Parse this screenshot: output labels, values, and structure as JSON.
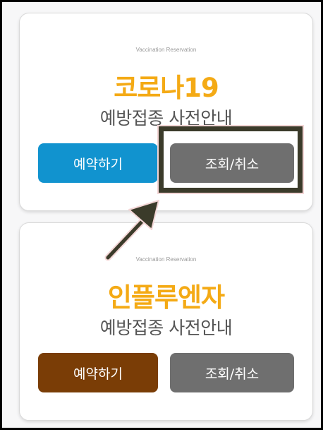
{
  "cards": [
    {
      "label": "Vaccination Reservation",
      "title": "코로나19",
      "subtitle": "예방접종 사전안내",
      "reserve_label": "예약하기",
      "check_label": "조회/취소"
    },
    {
      "label": "Vaccination Reservation",
      "title": "인플루엔자",
      "subtitle": "예방접종 사전안내",
      "reserve_label": "예약하기",
      "check_label": "조회/취소"
    }
  ],
  "colors": {
    "title_accent": "#f4aa15",
    "covid_reserve_button": "#1193cf",
    "flu_reserve_button": "#7a3d06",
    "check_button": "#6f6f6f",
    "highlight_border": "#3b3b2a"
  },
  "annotation": {
    "icon": "arrow-icon"
  }
}
